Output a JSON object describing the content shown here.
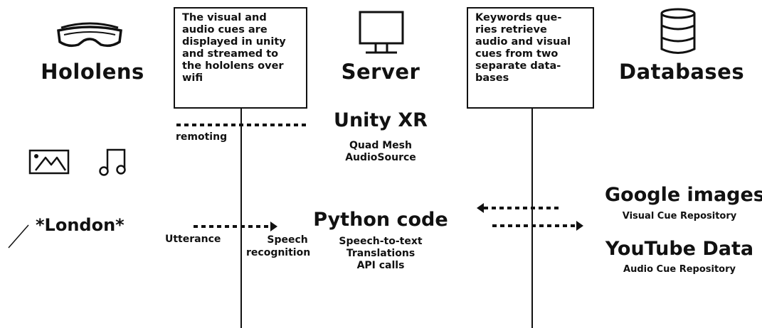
{
  "columns": {
    "hololens": {
      "title": "Hololens",
      "icon": "vr-headset-icon"
    },
    "server": {
      "title": "Server",
      "icon": "monitor-icon"
    },
    "databases": {
      "title": "Databases",
      "icon": "database-icon"
    }
  },
  "notes": {
    "server_left": [
      "The visual and",
      "audio cues are",
      "displayed in unity",
      "and streamed to",
      "the hololens over",
      "wifi"
    ],
    "databases_left": [
      "Keywords que-",
      "ries retrieve",
      "audio and visual",
      "cues from two",
      "separate data-",
      "bases"
    ]
  },
  "unity": {
    "title": "Unity XR",
    "items": [
      "Quad Mesh",
      "AudioSource"
    ]
  },
  "python": {
    "title": "Python code",
    "items": [
      "Speech-to-text",
      "Translations",
      "API calls"
    ]
  },
  "sources": {
    "google": {
      "title": "Google images",
      "subtitle": "Visual Cue Repository"
    },
    "youtube": {
      "title": "YouTube Data",
      "subtitle": "Audio Cue Repository"
    }
  },
  "hololens_side": {
    "cue_icons": [
      "image-icon",
      "music-note-icon"
    ],
    "utterance_word": "*London*"
  },
  "arrows": {
    "remoting": "remoting",
    "utterance": "Utterance",
    "speech_recognition": [
      "Speech",
      "recognition"
    ]
  },
  "colors": {
    "ink": "#111111",
    "background": "#ffffff"
  }
}
